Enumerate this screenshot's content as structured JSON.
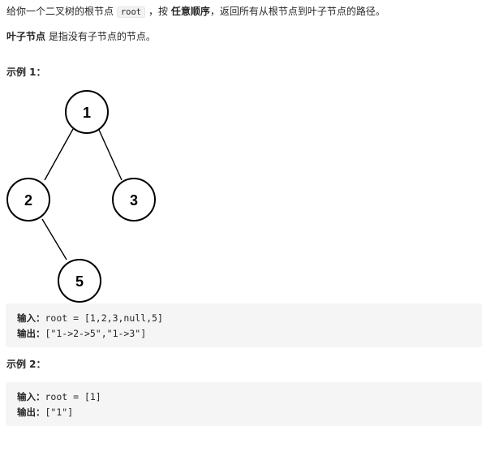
{
  "description": {
    "line1_part1": "给你一个二叉树的根节点",
    "line1_code": "root",
    "line1_part2": "，按",
    "line1_bold": "任意顺序",
    "line1_part3": "，返回所有从根节点到叶子节点的路径。",
    "line2_bold": "叶子节点",
    "line2_part": "是指没有子节点的节点。"
  },
  "example1": {
    "title": "示例 1：",
    "tree_nodes": [
      "1",
      "2",
      "3",
      "5"
    ],
    "input_label": "输入：",
    "input_value": "root = [1,2,3,null,5]",
    "output_label": "输出：",
    "output_value": "[\"1->2->5\",\"1->3\"]"
  },
  "example2": {
    "title": "示例 2：",
    "input_label": "输入：",
    "input_value": "root = [1]",
    "output_label": "输出：",
    "output_value": "[\"1\"]"
  },
  "colors": {
    "text": "#262626",
    "code_bg": "#f5f5f5",
    "node_stroke": "#000000"
  }
}
